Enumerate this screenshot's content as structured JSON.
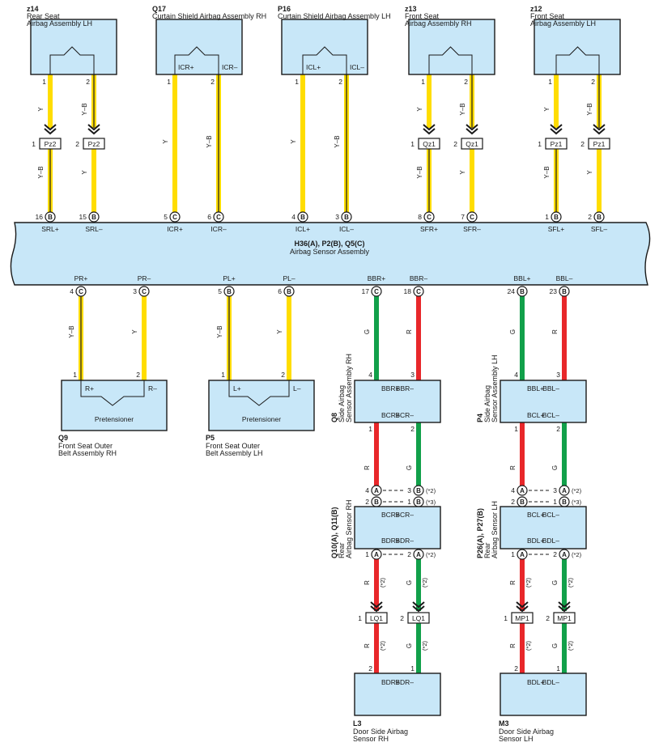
{
  "colors": {
    "box_fill": "#c8e7f8",
    "wire_yellow": "#ffdd00",
    "wire_green": "#11a04a",
    "wire_red": "#e8272a",
    "outline": "#1a1a1a"
  },
  "top_components": [
    {
      "code": "z14",
      "name": "Rear Seat",
      "name2": "Airbag Assembly LH",
      "pins_in": [
        "",
        ""
      ]
    },
    {
      "code": "Q17",
      "name": "Curtain Shield Airbag Assembly RH",
      "name2": "",
      "pins_in": [
        "ICR+",
        "ICR–"
      ]
    },
    {
      "code": "P16",
      "name": "Curtain Shield Airbag Assembly LH",
      "name2": "",
      "pins_in": [
        "ICL+",
        "ICL–"
      ]
    },
    {
      "code": "z13",
      "name": "Front Seat",
      "name2": "Airbag Assembly RH",
      "pins_in": [
        "",
        ""
      ]
    },
    {
      "code": "z12",
      "name": "Front Seat",
      "name2": "Airbag Assembly LH",
      "pins_in": [
        "",
        ""
      ]
    }
  ],
  "top_wires": [
    {
      "pin": "1",
      "wcol_top": "Y",
      "conn_pin": "1",
      "conn": "Pz2",
      "wcol_bot": "Y–B",
      "ecu_pin": "16",
      "ecu_conn": "B",
      "ecu_label": "SRL+"
    },
    {
      "pin": "2",
      "wcol_top": "Y–B",
      "conn_pin": "2",
      "conn": "Pz2",
      "wcol_bot": "Y",
      "ecu_pin": "15",
      "ecu_conn": "B",
      "ecu_label": "SRL–"
    },
    {
      "pin": "1",
      "wcol_top": "Y",
      "conn_pin": "",
      "conn": "",
      "wcol_bot": "",
      "ecu_pin": "5",
      "ecu_conn": "C",
      "ecu_label": "ICR+"
    },
    {
      "pin": "2",
      "wcol_top": "Y–B",
      "conn_pin": "",
      "conn": "",
      "wcol_bot": "",
      "ecu_pin": "6",
      "ecu_conn": "C",
      "ecu_label": "ICR–"
    },
    {
      "pin": "1",
      "wcol_top": "Y",
      "conn_pin": "",
      "conn": "",
      "wcol_bot": "",
      "ecu_pin": "4",
      "ecu_conn": "B",
      "ecu_label": "ICL+"
    },
    {
      "pin": "2",
      "wcol_top": "Y–B",
      "conn_pin": "",
      "conn": "",
      "wcol_bot": "",
      "ecu_pin": "3",
      "ecu_conn": "B",
      "ecu_label": "ICL–"
    },
    {
      "pin": "1",
      "wcol_top": "Y",
      "conn_pin": "1",
      "conn": "Qz1",
      "wcol_bot": "Y–B",
      "ecu_pin": "8",
      "ecu_conn": "C",
      "ecu_label": "SFR+"
    },
    {
      "pin": "2",
      "wcol_top": "Y–B",
      "conn_pin": "2",
      "conn": "Qz1",
      "wcol_bot": "Y",
      "ecu_pin": "7",
      "ecu_conn": "C",
      "ecu_label": "SFR–"
    },
    {
      "pin": "1",
      "wcol_top": "Y",
      "conn_pin": "1",
      "conn": "Pz1",
      "wcol_bot": "Y–B",
      "ecu_pin": "1",
      "ecu_conn": "B",
      "ecu_label": "SFL+"
    },
    {
      "pin": "2",
      "wcol_top": "Y–B",
      "conn_pin": "2",
      "conn": "Pz1",
      "wcol_bot": "Y",
      "ecu_pin": "2",
      "ecu_conn": "B",
      "ecu_label": "SFL–"
    }
  ],
  "ecu": {
    "title": "H36(A), P2(B), Q5(C)",
    "name": "Airbag Sensor Assembly"
  },
  "bottom_wires": [
    {
      "ecu_label": "PR+",
      "ecu_pin": "4",
      "ecu_conn": "C",
      "wcol": "Y–B",
      "dev_pin": "1"
    },
    {
      "ecu_label": "PR–",
      "ecu_pin": "3",
      "ecu_conn": "C",
      "wcol": "Y",
      "dev_pin": "2"
    },
    {
      "ecu_label": "PL+",
      "ecu_pin": "5",
      "ecu_conn": "B",
      "wcol": "Y–B",
      "dev_pin": "1"
    },
    {
      "ecu_label": "PL–",
      "ecu_pin": "6",
      "ecu_conn": "B",
      "wcol": "Y",
      "dev_pin": "2"
    },
    {
      "ecu_label": "BBR+",
      "ecu_pin": "17",
      "ecu_conn": "C",
      "wcol": "G",
      "dev_pin": "4"
    },
    {
      "ecu_label": "BBR–",
      "ecu_pin": "18",
      "ecu_conn": "C",
      "wcol": "R",
      "dev_pin": "3"
    },
    {
      "ecu_label": "BBL+",
      "ecu_pin": "24",
      "ecu_conn": "B",
      "wcol": "G",
      "dev_pin": "4"
    },
    {
      "ecu_label": "BBL–",
      "ecu_pin": "23",
      "ecu_conn": "B",
      "wcol": "R",
      "dev_pin": "3"
    }
  ],
  "pretensioners": [
    {
      "pins": [
        "R+",
        "R–"
      ],
      "name": "Pretensioner",
      "code": "Q9",
      "desc1": "Front Seat Outer",
      "desc2": "Belt Assembly RH"
    },
    {
      "pins": [
        "L+",
        "L–"
      ],
      "name": "Pretensioner",
      "code": "P5",
      "desc1": "Front Seat Outer",
      "desc2": "Belt Assembly LH"
    }
  ],
  "side_sensors": [
    {
      "code": "Q8",
      "desc1": "Side Airbag",
      "desc2": "Sensor Assembly RH",
      "top_pins": [
        "BBR+",
        "BBR–"
      ],
      "bot_pins": [
        "BCR+",
        "BCR–"
      ],
      "bot_pin_nums": [
        "1",
        "2"
      ],
      "wcol_mid": [
        "R",
        "G"
      ],
      "joint_rows": [
        {
          "l_num": "4",
          "l_conn": "A",
          "r_num": "3",
          "r_conn": "B",
          "note": "(*2)"
        },
        {
          "l_num": "2",
          "l_conn": "B",
          "r_num": "1",
          "r_conn": "B",
          "note": "(*3)"
        }
      ],
      "rear_code": "Q10(A), Q11(B)",
      "rear_desc1": "Rear",
      "rear_desc2": "Airbag Sensor RH",
      "rear_top_pins": [
        "BCR+",
        "BCR–"
      ],
      "rear_bot_pins": [
        "BDR+",
        "BDR–"
      ],
      "rear_out_row": {
        "l_num": "1",
        "l_conn": "A",
        "r_num": "2",
        "r_conn": "A",
        "note": "(*2)"
      },
      "wcol_low": [
        "R",
        "G"
      ],
      "wire_note": "(*2)",
      "conn": "LQ1",
      "conn_pins": [
        "1",
        "2"
      ],
      "door_pins": [
        "2",
        "1"
      ],
      "door_labels": [
        "BDR+",
        "BDR–"
      ],
      "door_code": "L3",
      "door_desc1": "Door Side Airbag",
      "door_desc2": "Sensor RH"
    },
    {
      "code": "P4",
      "desc1": "Side Airbag",
      "desc2": "Sensor Assembly LH",
      "top_pins": [
        "BBL+",
        "BBL–"
      ],
      "bot_pins": [
        "BCL+",
        "BCL–"
      ],
      "bot_pin_nums": [
        "1",
        "2"
      ],
      "wcol_mid": [
        "R",
        "G"
      ],
      "joint_rows": [
        {
          "l_num": "4",
          "l_conn": "A",
          "r_num": "3",
          "r_conn": "A",
          "note": "(*2)"
        },
        {
          "l_num": "2",
          "l_conn": "B",
          "r_num": "1",
          "r_conn": "B",
          "note": "(*3)"
        }
      ],
      "rear_code": "P26(A), P27(B)",
      "rear_desc1": "Rear",
      "rear_desc2": "Airbag Sensor LH",
      "rear_top_pins": [
        "BCL+",
        "BCL–"
      ],
      "rear_bot_pins": [
        "BDL+",
        "BDL–"
      ],
      "rear_out_row": {
        "l_num": "1",
        "l_conn": "A",
        "r_num": "2",
        "r_conn": "A",
        "note": "(*2)"
      },
      "wcol_low": [
        "R",
        "G"
      ],
      "wire_note": "(*2)",
      "conn": "MP1",
      "conn_pins": [
        "1",
        "2"
      ],
      "door_pins": [
        "2",
        "1"
      ],
      "door_labels": [
        "BDL+",
        "BDL–"
      ],
      "door_code": "M3",
      "door_desc1": "Door Side Airbag",
      "door_desc2": "Sensor LH"
    }
  ]
}
